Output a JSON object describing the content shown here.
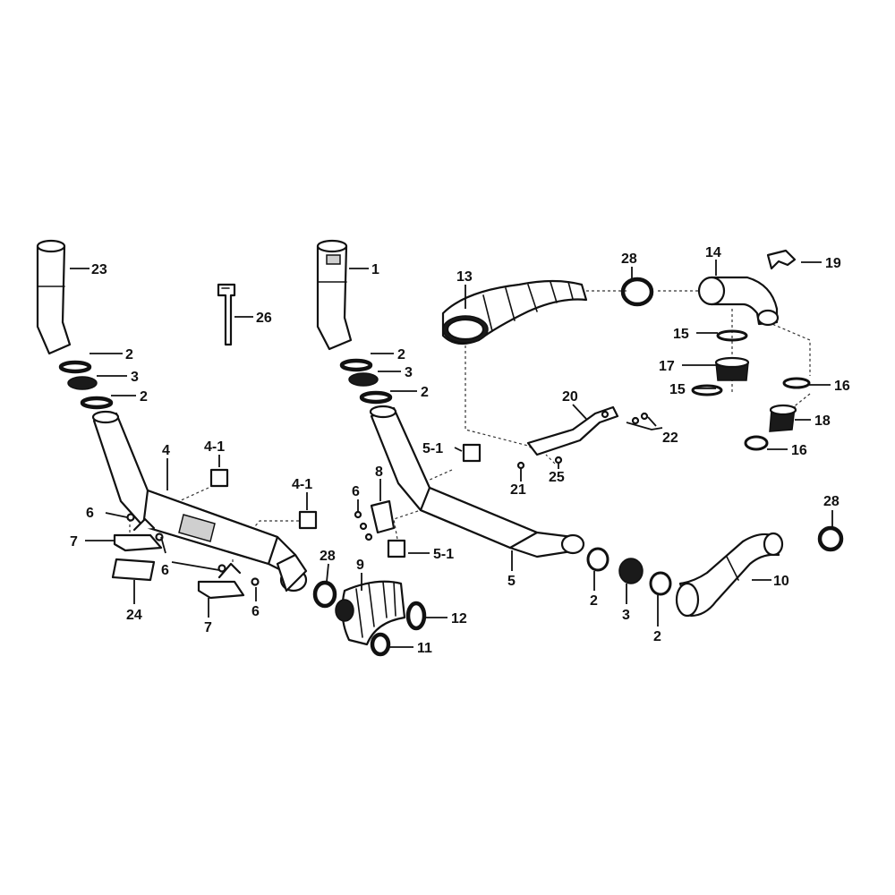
{
  "callouts": [
    {
      "id": "c-23",
      "text": "23"
    },
    {
      "id": "c-26",
      "text": "26"
    },
    {
      "id": "c-1",
      "text": "1"
    },
    {
      "id": "c-13",
      "text": "13"
    },
    {
      "id": "c-28a",
      "text": "28"
    },
    {
      "id": "c-14",
      "text": "14"
    },
    {
      "id": "c-19",
      "text": "19"
    },
    {
      "id": "c-2a",
      "text": "2"
    },
    {
      "id": "c-3a",
      "text": "3"
    },
    {
      "id": "c-2b",
      "text": "2"
    },
    {
      "id": "c-2c",
      "text": "2"
    },
    {
      "id": "c-3b",
      "text": "3"
    },
    {
      "id": "c-2d",
      "text": "2"
    },
    {
      "id": "c-15a",
      "text": "15"
    },
    {
      "id": "c-17",
      "text": "17"
    },
    {
      "id": "c-15b",
      "text": "15"
    },
    {
      "id": "c-16a",
      "text": "16"
    },
    {
      "id": "c-18",
      "text": "18"
    },
    {
      "id": "c-16b",
      "text": "16"
    },
    {
      "id": "c-20",
      "text": "20"
    },
    {
      "id": "c-22",
      "text": "22"
    },
    {
      "id": "c-4-1a",
      "text": "4-1"
    },
    {
      "id": "c-4",
      "text": "4"
    },
    {
      "id": "c-5-1a",
      "text": "5-1"
    },
    {
      "id": "c-21",
      "text": "21"
    },
    {
      "id": "c-25",
      "text": "25"
    },
    {
      "id": "c-4-1b",
      "text": "4-1"
    },
    {
      "id": "c-8",
      "text": "8"
    },
    {
      "id": "c-6a",
      "text": "6"
    },
    {
      "id": "c-6b",
      "text": "6"
    },
    {
      "id": "c-7a",
      "text": "7"
    },
    {
      "id": "c-6c",
      "text": "6"
    },
    {
      "id": "c-5-1b",
      "text": "5-1"
    },
    {
      "id": "c-28b",
      "text": "28"
    },
    {
      "id": "c-5",
      "text": "5"
    },
    {
      "id": "c-28c",
      "text": "28"
    },
    {
      "id": "c-9",
      "text": "9"
    },
    {
      "id": "c-10",
      "text": "10"
    },
    {
      "id": "c-24",
      "text": "24"
    },
    {
      "id": "c-6d",
      "text": "6"
    },
    {
      "id": "c-7b",
      "text": "7"
    },
    {
      "id": "c-12",
      "text": "12"
    },
    {
      "id": "c-11",
      "text": "11"
    },
    {
      "id": "c-2e",
      "text": "2"
    },
    {
      "id": "c-3c",
      "text": "3"
    },
    {
      "id": "c-2f",
      "text": "2"
    }
  ]
}
